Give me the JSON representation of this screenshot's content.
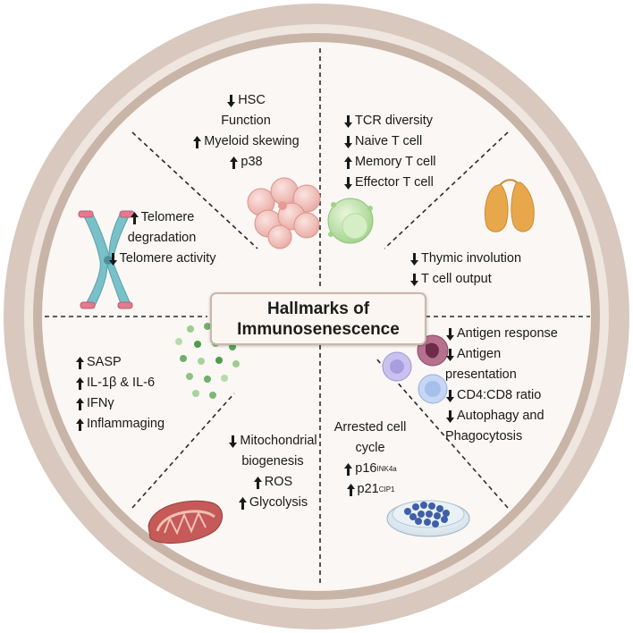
{
  "title": {
    "line1": "Hallmarks of",
    "line2": "Immunosenescence"
  },
  "colors": {
    "ring_outer": "#d8c8bd",
    "ring_inner": "#c8b5a8",
    "disc": "#faf7f4",
    "divider": "#2a2a2a"
  },
  "segments": [
    {
      "id": "hsc",
      "lines": [
        {
          "dir": "down",
          "text": "HSC"
        },
        {
          "dir": "",
          "text": "Function"
        },
        {
          "dir": "up",
          "text": "Myeloid skewing"
        },
        {
          "dir": "up",
          "text": "p38"
        }
      ]
    },
    {
      "id": "tcell",
      "lines": [
        {
          "dir": "down",
          "text": "TCR diversity"
        },
        {
          "dir": "down",
          "text": "Naive T cell"
        },
        {
          "dir": "up",
          "text": "Memory T cell"
        },
        {
          "dir": "down",
          "text": "Effector T cell"
        }
      ]
    },
    {
      "id": "thymus",
      "lines": [
        {
          "dir": "down",
          "text": "Thymic involution"
        },
        {
          "dir": "down",
          "text": "T cell output"
        }
      ]
    },
    {
      "id": "antigen",
      "lines": [
        {
          "dir": "down",
          "text": "Antigen response"
        },
        {
          "dir": "down",
          "text": "Antigen"
        },
        {
          "dir": "",
          "text": "presentation"
        },
        {
          "dir": "down",
          "text": "CD4:CD8 ratio"
        },
        {
          "dir": "down",
          "text": "Autophagy and"
        },
        {
          "dir": "",
          "text": "Phagocytosis"
        }
      ]
    },
    {
      "id": "cellcycle",
      "lines": [
        {
          "dir": "",
          "text": "Arrested cell"
        },
        {
          "dir": "",
          "text": "cycle"
        },
        {
          "dir": "up",
          "text": "p16",
          "sup": "INK4a"
        },
        {
          "dir": "up",
          "text": "p21",
          "sup": "CIP1"
        }
      ]
    },
    {
      "id": "mito",
      "lines": [
        {
          "dir": "down",
          "text": "Mitochondrial"
        },
        {
          "dir": "",
          "text": "biogenesis"
        },
        {
          "dir": "up",
          "text": "ROS"
        },
        {
          "dir": "up",
          "text": "Glycolysis"
        }
      ]
    },
    {
      "id": "sasp",
      "lines": [
        {
          "dir": "up",
          "text": "SASP"
        },
        {
          "dir": "up",
          "text": "IL-1β & IL-6"
        },
        {
          "dir": "up",
          "text": "IFNγ"
        },
        {
          "dir": "up",
          "text": "Inflammaging"
        }
      ]
    },
    {
      "id": "telomere",
      "lines": [
        {
          "dir": "up",
          "text": "Telomere"
        },
        {
          "dir": "",
          "text": "degradation"
        },
        {
          "dir": "down",
          "text": "Telomere activity"
        }
      ]
    }
  ]
}
